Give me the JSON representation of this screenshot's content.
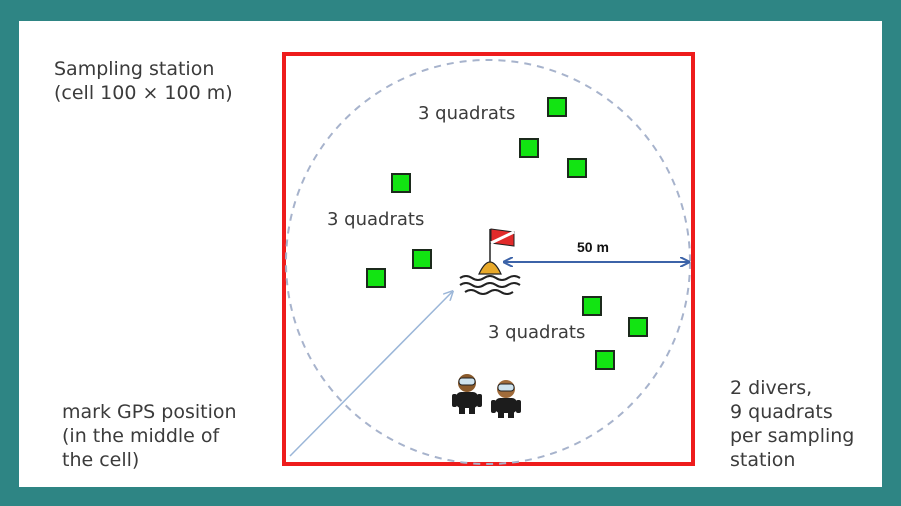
{
  "station_label": [
    "Sampling station",
    "(cell 100 × 100 m)"
  ],
  "quadrat_groups": [
    {
      "label": "3 quadrats",
      "count": 3
    },
    {
      "label": "3 quadrats",
      "count": 3
    },
    {
      "label": "3 quadrats",
      "count": 3
    }
  ],
  "radius_label": "50 m",
  "gps_note": [
    "mark GPS position",
    "(in the middle of",
    "the cell)"
  ],
  "summary_note": [
    "2 divers,",
    "9 quadrats",
    "per sampling",
    "station"
  ],
  "colors": {
    "background": "#2e8584",
    "cell_border": "#ee1c1c",
    "quadrat": "#12e412",
    "circle": "#a7b3cc",
    "radius_arrow": "#3c63a8",
    "gps_arrow": "#9bb6d8"
  },
  "icons": [
    "dive-flag-buoy-icon",
    "diver-icon"
  ]
}
